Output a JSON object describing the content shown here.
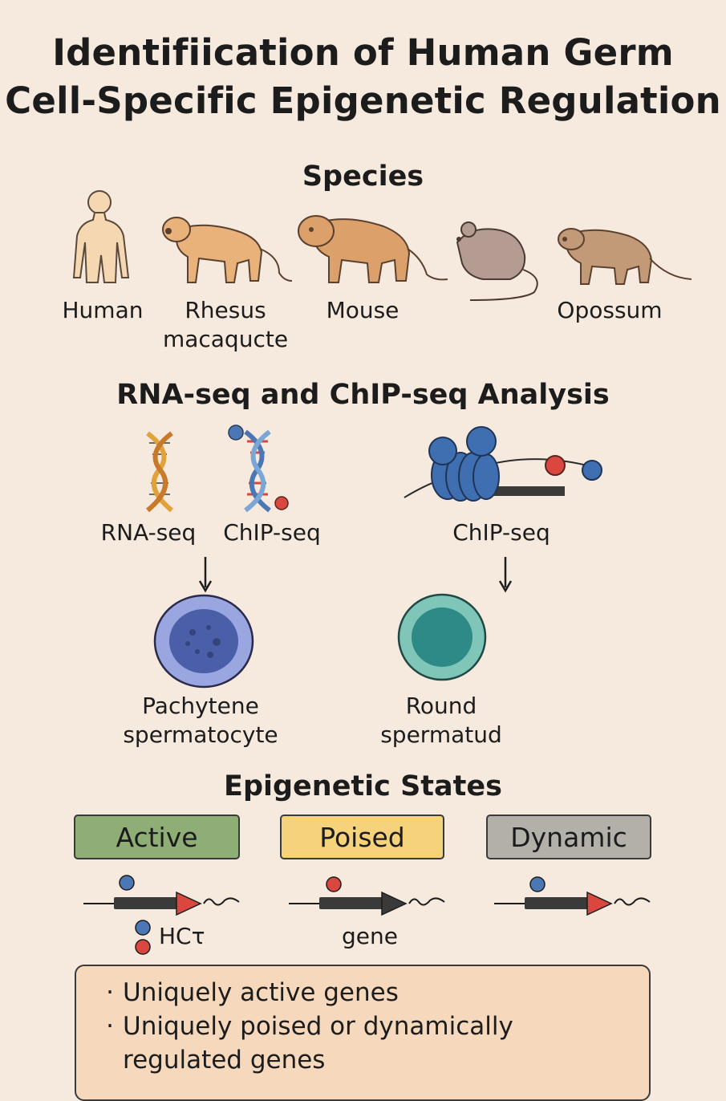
{
  "title_line1": "Identifiication of Human Germ",
  "title_line2": "Cell-Specific Epigenetic Regulation",
  "species": {
    "heading": "Species",
    "items": [
      {
        "label": "Human",
        "icon": "human-icon"
      },
      {
        "label": "Rhesus macaqucte",
        "icon": "macaque-icon"
      },
      {
        "label": "Mouse",
        "icon": "mouse-animal-icon"
      },
      {
        "label": "",
        "icon": "rat-icon"
      },
      {
        "label": "Opossum",
        "icon": "opossum-icon"
      }
    ],
    "rhesus_line1": "Rhesus",
    "rhesus_line2": "macaqucte"
  },
  "analysis": {
    "heading": "RNA-seq and ChIP-seq Analysis",
    "rna_label": "RNA-seq",
    "chip_label_left": "ChIP-seq",
    "chip_label_right": "ChIP-seq",
    "cell_left_line1": "Pachytene",
    "cell_left_line2": "spermatocyte",
    "cell_right_line1": "Round",
    "cell_right_line2": "spermatud"
  },
  "states": {
    "heading": "Epigenetic States",
    "items": [
      {
        "label": "Active",
        "color": "#8fae76"
      },
      {
        "label": "Poised",
        "color": "#f6d27a"
      },
      {
        "label": "Dynamic",
        "color": "#b3b0aa"
      }
    ],
    "legend_marker_label": "HCτ",
    "gene_label": "gene"
  },
  "summary": {
    "bullets": [
      "Uniquely active genes",
      "Uniquely poised or dynamically regulated genes"
    ],
    "bullet2_line1": "Uniquely poised or dynamically",
    "bullet2_line2": "regulated genes",
    "bullet_char": "·"
  },
  "colors": {
    "blue_mark": "#4b78b4",
    "red_mark": "#d9473e",
    "dna_orange": "#e2a23a",
    "nucleosome": "#3f6fb0"
  }
}
